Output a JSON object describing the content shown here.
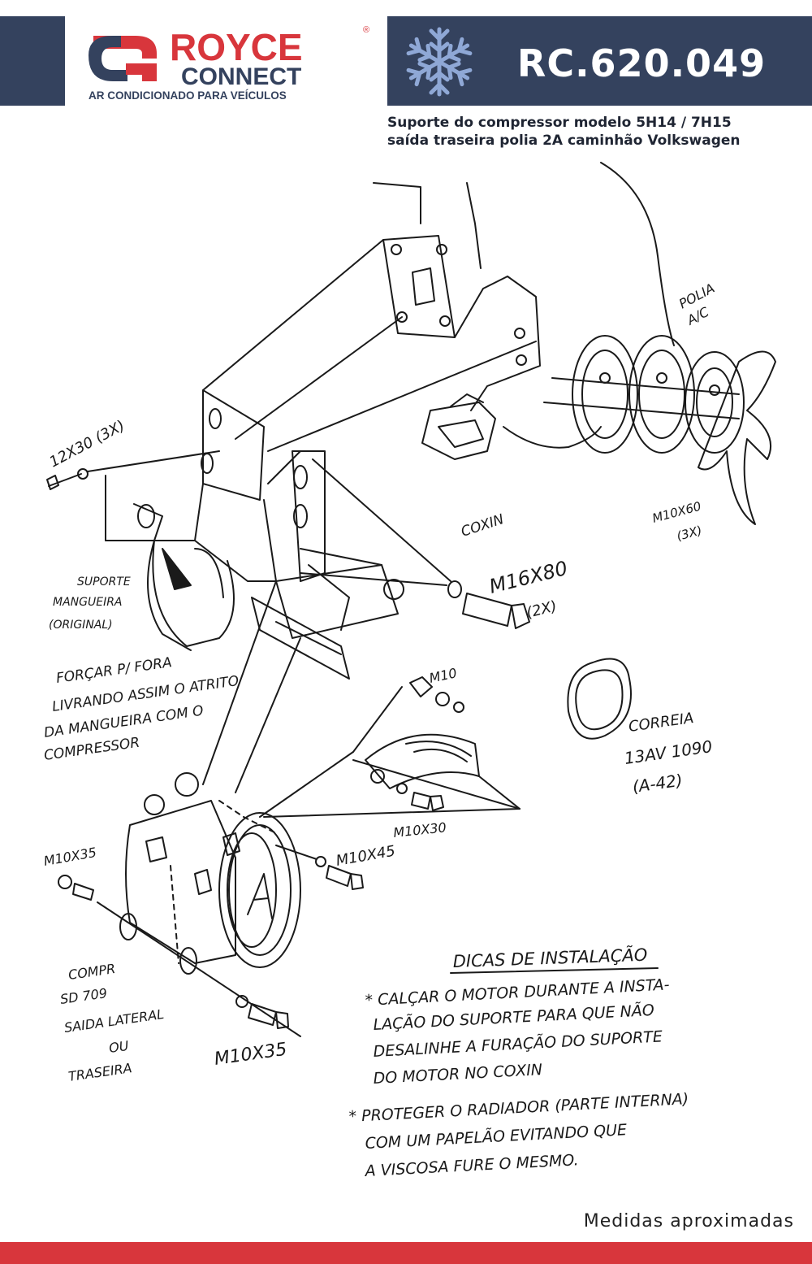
{
  "brand": {
    "name_top": "ROYCE",
    "name_bottom": "CONNECT",
    "tagline": "AR CONDICIONADO PARA VEÍCULOS",
    "registered": "®",
    "colors": {
      "red": "#d8363c",
      "navy": "#34425e",
      "ice": "#8fa8d6"
    }
  },
  "header": {
    "product_code": "RC.620.049",
    "icon": "snowflake-icon"
  },
  "description": {
    "line1": "Suporte do compressor modelo 5H14 / 7H15",
    "line2": "saída traseira polia 2A caminhão Volkswagen"
  },
  "drawing": {
    "labels": {
      "bolt_12x30": "12X30 (3X)",
      "polia_1": "POLIA",
      "polia_2": "A/C",
      "coxin": "COXIN",
      "m10x60_1": "M10X60",
      "m10x60_2": "(3X)",
      "suporte_1": "SUPORTE",
      "suporte_2": "MANGUEIRA",
      "suporte_3": "(ORIGINAL)",
      "m16x80": "M16X80",
      "m16x80_qty": "(2X)",
      "forcar_1": "FORÇAR P/ FORA",
      "forcar_2": "LIVRANDO ASSIM O ATRITO",
      "forcar_3": "DA MANGUEIRA COM O",
      "forcar_4": "COMPRESSOR",
      "m10": "M10",
      "correia_1": "CORREIA",
      "correia_2": "13AV 1090",
      "correia_3": "(A-42)",
      "m10x30": "M10X30",
      "m10x35_a": "M10X35",
      "m10x45": "M10X45",
      "compr_1": "COMPR",
      "compr_2": "SD 709",
      "compr_3": "SAIDA LATERAL",
      "compr_4": "OU",
      "compr_5": "TRASEIRA",
      "m10x35_b": "M10X35",
      "dicas_title": "DICAS DE INSTALAÇÃO",
      "dica1_1": "* CALÇAR O MOTOR DURANTE A INSTA-",
      "dica1_2": "LAÇÃO DO SUPORTE PARA QUE NÃO",
      "dica1_3": "DESALINHE A FURAÇÃO DO SUPORTE",
      "dica1_4": "DO MOTOR NO COXIN",
      "dica2_1": "* PROTEGER O RADIADOR (PARTE INTERNA)",
      "dica2_2": "COM UM PAPELÃO EVITANDO QUE",
      "dica2_3": "A VISCOSA FURE O MESMO."
    }
  },
  "footer": {
    "note": "Medidas aproximadas"
  }
}
